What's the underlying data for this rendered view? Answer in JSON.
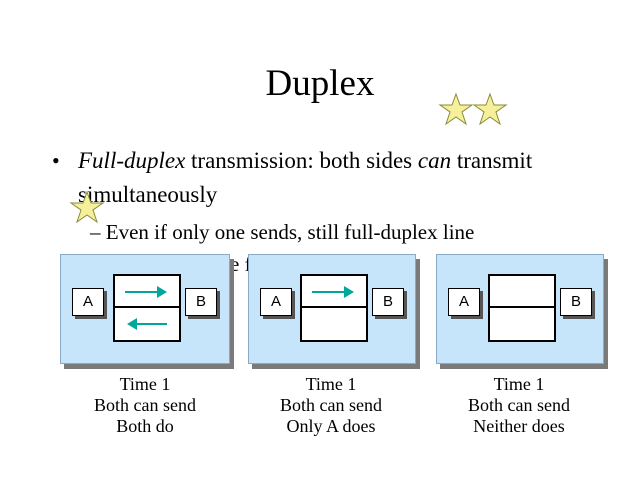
{
  "slide": {
    "title": "Duplex",
    "bullet": {
      "part1": "Full-duplex",
      "part2": " transmission: both sides ",
      "part3": "can",
      "part4": " transmit simultaneously"
    },
    "subbullet": "– Even if only one sends, still full-duplex line",
    "subbullet_continuation": "e                      fu"
  },
  "panels": [
    {
      "node_a": "A",
      "node_b": "B",
      "caption_time": "Time 1",
      "caption_line2": "Both can send",
      "caption_line3": "Both do"
    },
    {
      "node_a": "A",
      "node_b": "B",
      "caption_time": "Time 1",
      "caption_line2": "Both can send",
      "caption_line3": "Only A does"
    },
    {
      "node_a": "A",
      "node_b": "B",
      "caption_time": "Time 1",
      "caption_line2": "Both can send",
      "caption_line3": "Neither does"
    }
  ],
  "colors": {
    "panel_bg": "#c6e4fa",
    "arrow": "#00a79d",
    "star": "#f6f09a"
  }
}
